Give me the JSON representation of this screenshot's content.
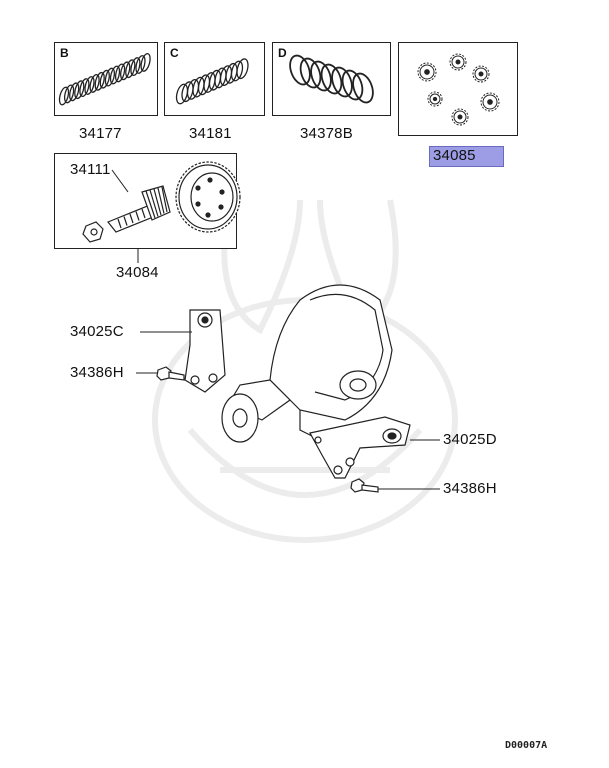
{
  "kits": [
    {
      "letter": "B",
      "part": "34177"
    },
    {
      "letter": "C",
      "part": "34181"
    },
    {
      "letter": "D",
      "part": "34378B"
    },
    {
      "letter": "",
      "part": "34085"
    }
  ],
  "gear_set": {
    "pinion_part": "34111",
    "set_part": "34084"
  },
  "brackets": {
    "left_bracket": "34025C",
    "left_bolt": "34386H",
    "right_bracket": "34025D",
    "right_bolt": "34386H"
  },
  "drawing_code": "D00007A",
  "highlighted_part": "34085"
}
